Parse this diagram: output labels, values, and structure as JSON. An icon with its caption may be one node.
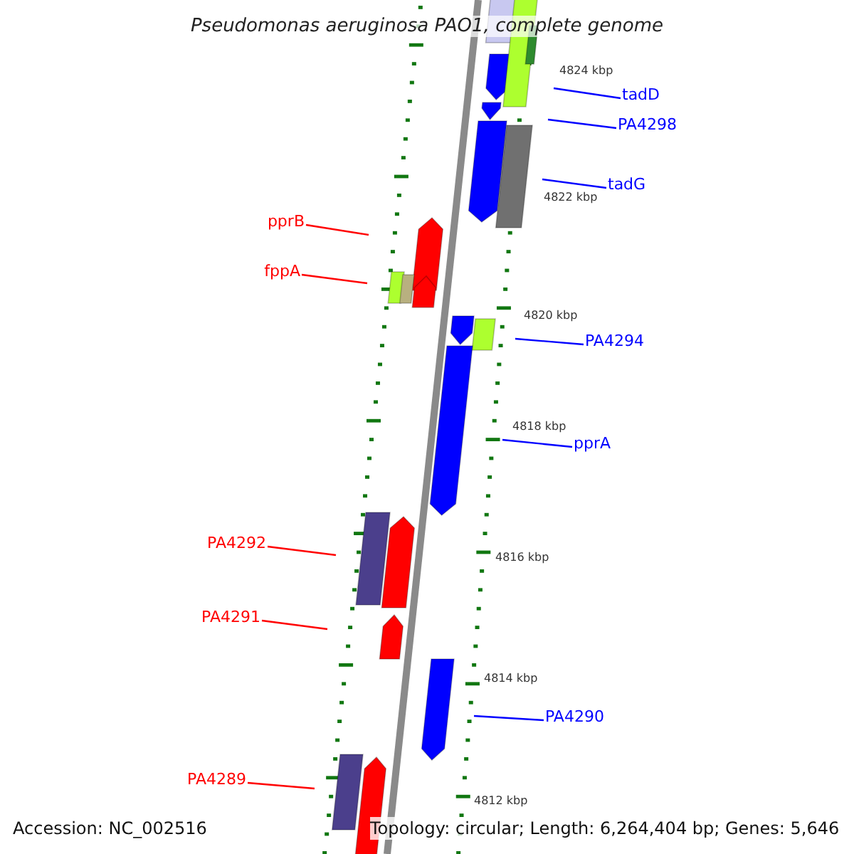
{
  "diagram": {
    "title": "Pseudomonas aeruginosa PAO1, complete genome",
    "nodes": [
      {
        "text": [
          "tadD"
        ]
      },
      {
        "text": [
          "PA4298"
        ]
      },
      {
        "text": [
          "tadG"
        ]
      },
      {
        "text": [
          "pprB"
        ]
      },
      {
        "text": [
          "fppA"
        ]
      },
      {
        "text": [
          "PA4294"
        ]
      },
      {
        "text": [
          "pprA"
        ]
      },
      {
        "text": [
          "PA4292"
        ]
      },
      {
        "text": [
          "PA4291"
        ]
      },
      {
        "text": [
          "PA4290"
        ]
      },
      {
        "text": [
          "PA4289"
        ]
      }
    ],
    "edges": [
      {
        "from": 0,
        "to": null,
        "arrow": "none"
      },
      {
        "from": 1,
        "to": null,
        "arrow": "none"
      },
      {
        "from": 2,
        "to": null,
        "arrow": "none"
      },
      {
        "from": 3,
        "to": null,
        "arrow": "none",
        "color": "#ff0000"
      },
      {
        "from": 4,
        "to": null,
        "arrow": "none",
        "color": "#ff0000"
      },
      {
        "from": 5,
        "to": null,
        "arrow": "none"
      },
      {
        "from": 6,
        "to": null,
        "arrow": "none"
      },
      {
        "from": 7,
        "to": null,
        "arrow": "none",
        "color": "#ff0000"
      },
      {
        "from": 8,
        "to": null,
        "arrow": "none",
        "color": "#ff0000"
      },
      {
        "from": 9,
        "to": null,
        "arrow": "none"
      },
      {
        "from": 10,
        "to": null,
        "arrow": "none",
        "color": "#ff0000"
      }
    ],
    "labels": [
      "4824 kbp",
      "4822 kbp",
      "4820 kbp",
      "4818 kbp",
      "4816 kbp",
      "4814 kbp",
      "4812 kbp",
      "Accession: NC_002516",
      "Topology: circular; Length: 6,264,404 bp; Genes: 5,646"
    ]
  }
}
